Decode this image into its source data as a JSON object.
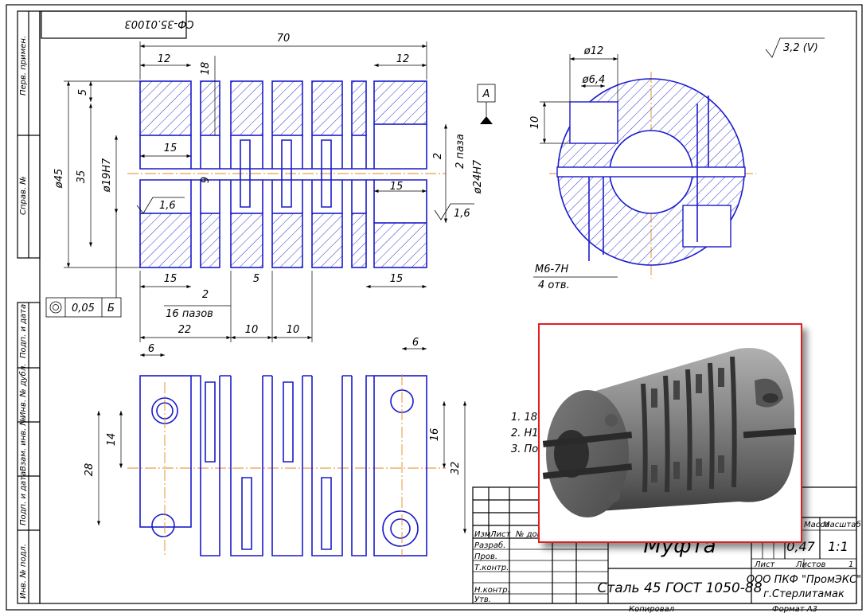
{
  "designation": "СФ-35.01003",
  "side_stamps": [
    "Перв. примен.",
    "Справ. №",
    "Подп. и дата",
    "Инв. № дубл.",
    "Взам. инв. №",
    "Подп. и дата",
    "Инв. № подл."
  ],
  "dims": {
    "d70": "70",
    "d12a": "12",
    "d12b": "12",
    "d18": "18",
    "d5": "5",
    "phi45": "ø45",
    "d35": "35",
    "phi19": "ø19H7",
    "d15a": "15",
    "d9": "9",
    "d2": "2",
    "slot": "2 пазa",
    "phi24": "ø24H7",
    "d15b": "15",
    "d15c": "15",
    "d2b": "2",
    "d5b": "5",
    "d15d": "15",
    "slots16": "16 пазов",
    "d22": "22",
    "d10a": "10",
    "d10b": "10",
    "d6a": "6",
    "d6b": "6",
    "d14": "14",
    "d28": "28",
    "d16": "16",
    "d32": "32",
    "phi12": "ø12",
    "phi64": "ø6,4",
    "d10c": "10",
    "thread": "М6-7Н",
    "holes": "4 отв."
  },
  "roughness": {
    "main": "3,2 (V)",
    "r1": "1,6",
    "r2": "1,6"
  },
  "datum": "А",
  "tolerance": {
    "value": "0,05",
    "base": "Б"
  },
  "notes": [
    "1. 18",
    "2. Н1",
    "3. По"
  ],
  "title_block": {
    "name": "Муфта",
    "material": "Сталь 45  ГОСТ 1050-88",
    "mass": "0,47",
    "scale": "1:1",
    "company": "ООО ПКФ \"ПромЭКС\"",
    "city": "г.Стерлитамак",
    "sheet_label": "Лист",
    "sheets_label": "Листов",
    "sheets": "1",
    "mass_label": "Масса",
    "scale_label": "Масштаб",
    "roles": [
      "Изм",
      "Лист",
      "№ док",
      "Разраб.",
      "Пров.",
      "Т.контр.",
      "Н.контр.",
      "Утв."
    ],
    "copied": "Копировал",
    "format": "Формат   А3"
  }
}
